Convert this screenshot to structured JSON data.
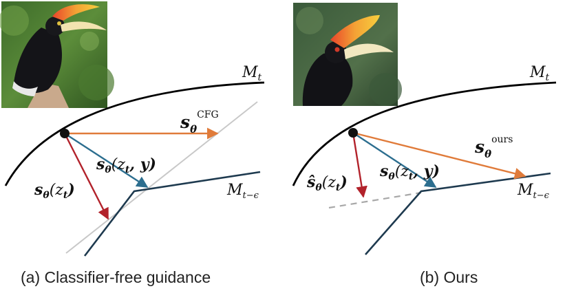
{
  "panels": [
    {
      "id": "a",
      "caption": "(a) Classifier-free guidance",
      "manifold_top": "M",
      "manifold_top_sub": "t",
      "manifold_bottom": "M",
      "manifold_bottom_sub": "t−ϵ",
      "vec_guided": "s",
      "vec_guided_sub": "θ",
      "vec_guided_sup": "CFG",
      "vec_cond": "s",
      "vec_cond_sub": "θ",
      "vec_cond_args": "(z",
      "vec_cond_args_sub": "t",
      "vec_cond_args_tail": ", y)",
      "vec_uncond": "s",
      "vec_uncond_sub": "θ",
      "vec_uncond_args": "(z",
      "vec_uncond_args_sub": "t",
      "vec_uncond_args_tail": ")"
    },
    {
      "id": "b",
      "caption": "(b) Ours",
      "manifold_top": "M",
      "manifold_top_sub": "t",
      "manifold_bottom": "M",
      "manifold_bottom_sub": "t−ϵ",
      "vec_guided": "s",
      "vec_guided_sub": "θ",
      "vec_guided_sup": "ours",
      "vec_cond": "s",
      "vec_cond_sub": "θ",
      "vec_cond_args": "(z",
      "vec_cond_args_sub": "t",
      "vec_cond_args_tail": ", y)",
      "vec_uncond": "ŝ",
      "vec_uncond_sub": "θ",
      "vec_uncond_args": "(z",
      "vec_uncond_args_sub": "t",
      "vec_uncond_args_tail": ")"
    }
  ],
  "colors": {
    "guided_arrow": "#e07b3a",
    "cond_arrow": "#2c6e8f",
    "uncond_arrow": "#b2222b",
    "manifold_bottom": "#1e3a4f",
    "cfg_guide_line": "#c8c8c8",
    "dashed_line": "#a8a8a8"
  }
}
